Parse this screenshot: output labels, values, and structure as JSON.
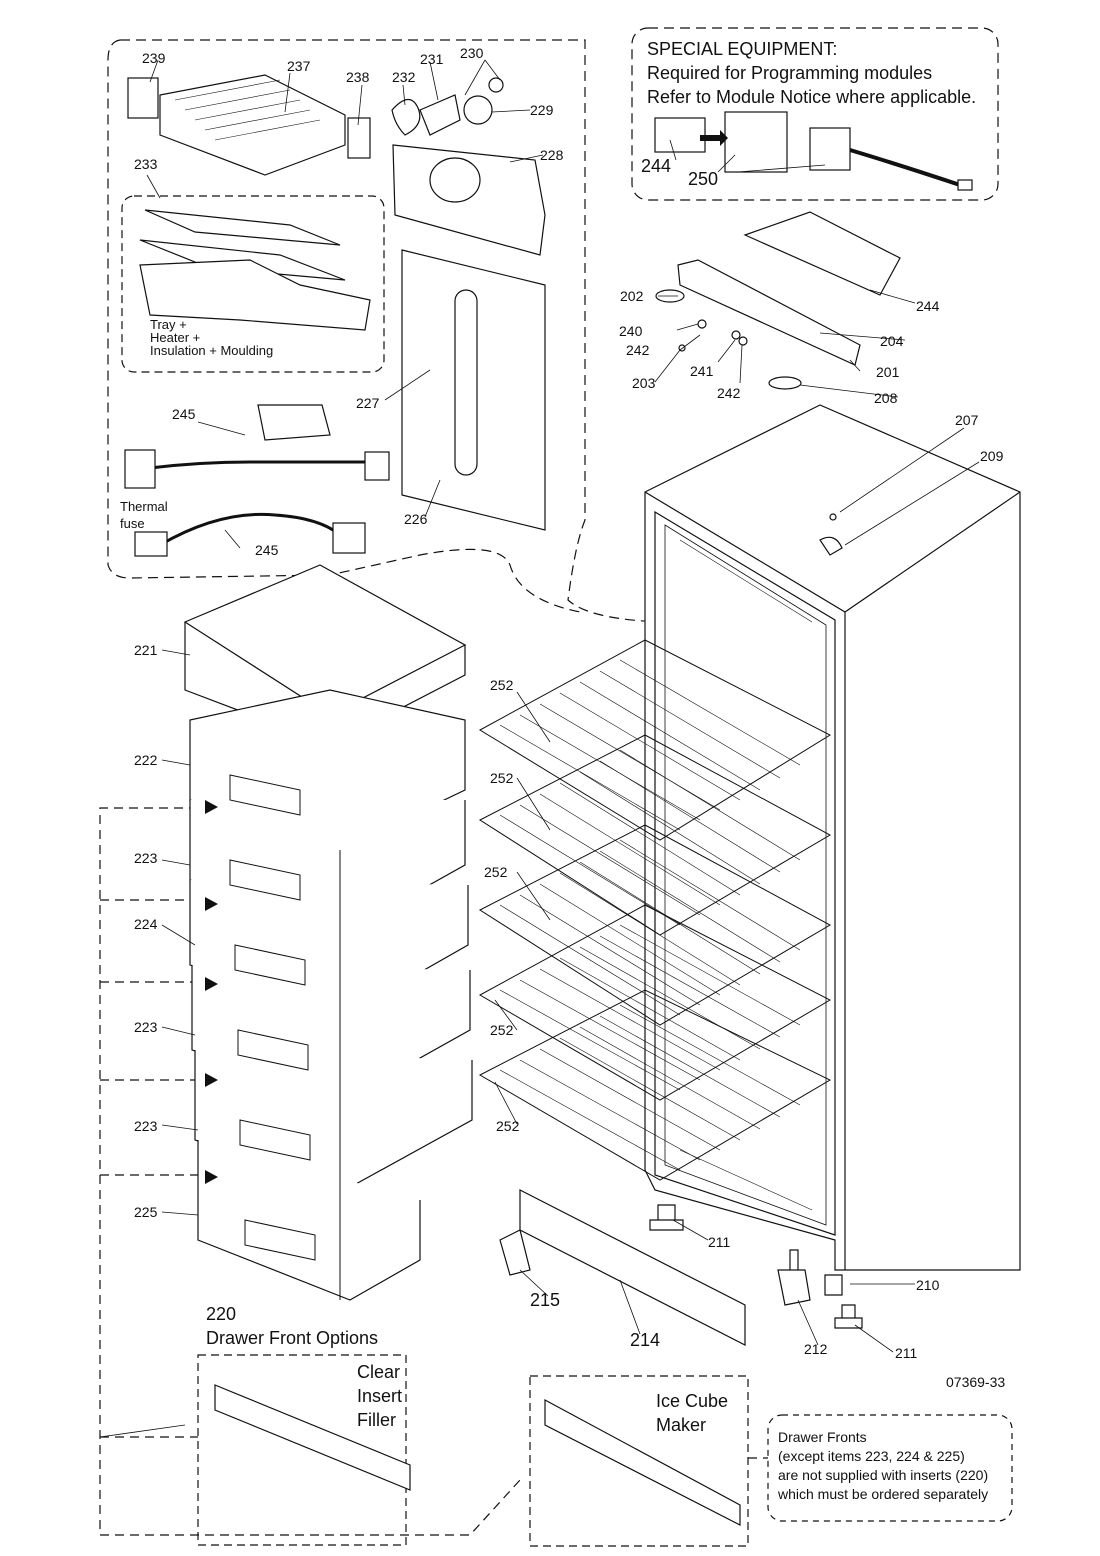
{
  "special_equipment": {
    "title": "SPECIAL EQUIPMENT:",
    "line1": "Required for Programming modules",
    "line2": "Refer to Module Notice where applicable."
  },
  "group_labels": {
    "tray_line1": "Tray +",
    "tray_line2": "Heater +",
    "tray_line3": "Insulation + Moulding",
    "thermal_line1": "Thermal",
    "thermal_line2": "fuse",
    "drawer_front_number": "220",
    "drawer_front_options": "Drawer Front Options",
    "clear_line1": "Clear",
    "clear_line2": "Insert",
    "clear_line3": "Filler",
    "ice_line1": "Ice Cube",
    "ice_line2": "Maker",
    "drawing_number": "07369-33"
  },
  "note": {
    "line1": "Drawer Fronts",
    "line2": "(except items 223, 224 & 225)",
    "line3": "are not supplied with inserts (220)",
    "line4": "which must be ordered separately"
  },
  "part_labels": {
    "p239": "239",
    "p237": "237",
    "p238": "238",
    "p232": "232",
    "p231": "231",
    "p230": "230",
    "p229": "229",
    "p228": "228",
    "p233": "233",
    "p227": "227",
    "p226": "226",
    "p245a": "245",
    "p245b": "245",
    "p244a": "244",
    "p250": "250",
    "p244b": "244",
    "p202": "202",
    "p204": "204",
    "p240": "240",
    "p242a": "242",
    "p201": "201",
    "p203": "203",
    "p241": "241",
    "p242b": "242",
    "p208": "208",
    "p207": "207",
    "p209": "209",
    "p221": "221",
    "p252a": "252",
    "p222": "222",
    "p252b": "252",
    "p223a": "223",
    "p252c": "252",
    "p224": "224",
    "p223b": "223",
    "p252d": "252",
    "p223c": "223",
    "p252e": "252",
    "p225": "225",
    "p211a": "211",
    "p215": "215",
    "p214": "214",
    "p210": "210",
    "p212": "212",
    "p211b": "211"
  },
  "colors": {
    "line": "#111111",
    "shade": "#d9d9d9",
    "light": "#efefef"
  }
}
